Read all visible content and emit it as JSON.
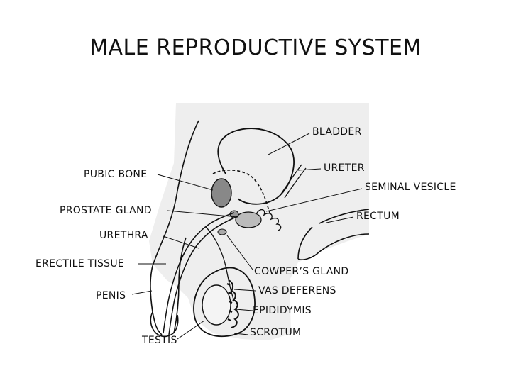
{
  "title": "MALE REPRODUCTIVE SYSTEM",
  "labels": {
    "bladder": "BLADDER",
    "ureter": "URETER",
    "pubic_bone": "PUBIC BONE",
    "seminal_vesicle": "SEMINAL VESICLE",
    "prostate_gland": "PROSTATE GLAND",
    "rectum": "RECTUM",
    "urethra": "URETHRA",
    "erectile_tissue": "ERECTILE TISSUE",
    "cowpers_gland": "COWPER’S GLAND",
    "vas_deferens": "VAS DEFERENS",
    "penis": "PENIS",
    "epididymis": "EPIDIDYMIS",
    "testis": "TESTIS",
    "scrotum": "SCROTUM"
  },
  "colors": {
    "ink": "#111111",
    "shading": "#eeeeee"
  }
}
